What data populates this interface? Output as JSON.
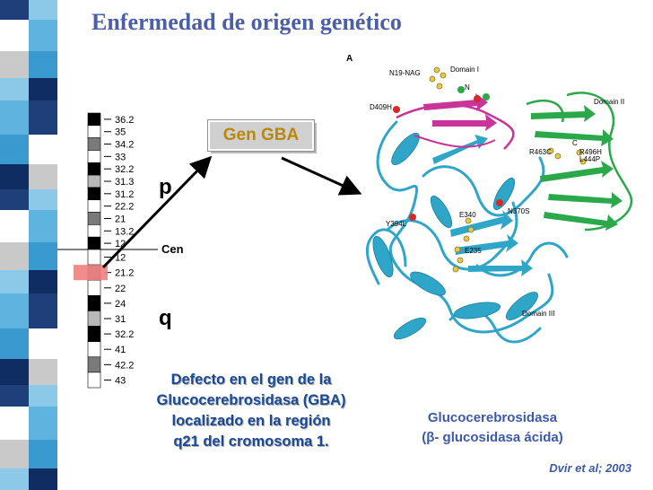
{
  "slide": {
    "title": "Enfermedad de origen genético"
  },
  "chromosome": {
    "bands_p": [
      "36.2",
      "35",
      "34.2",
      "33",
      "32.2",
      "31.3",
      "31.2",
      "22.2",
      "21",
      "13.2",
      "12"
    ],
    "centromere_label": "Cen",
    "bands_q": [
      "12",
      "21.2",
      "22",
      "24",
      "31",
      "32.2",
      "41",
      "42.2",
      "43"
    ],
    "arm_p_label": "p",
    "arm_q_label": "q",
    "highlight_color": "#f08080"
  },
  "gene_box": {
    "label": "Gen GBA"
  },
  "protein_figure": {
    "panel_label": "A",
    "labels": {
      "n19_nag": "N19-NAG",
      "domain_1": "Domain I",
      "n_term": "N",
      "d409h": "D409H",
      "domain_2": "Domain II",
      "r463c": "R463C",
      "c_term": "C",
      "r496h": "R496H",
      "l444p": "L444P",
      "e340": "E340",
      "n370s": "N370S",
      "y394l": "Y394L",
      "e235": "E235",
      "domain_3": "Domain III"
    },
    "colors": {
      "domain_1": "#c8349a",
      "domain_2": "#2aa84a",
      "domain_3": "#2fa6c8",
      "mutation": "#d42a2a"
    }
  },
  "defect_text": {
    "line1": "Defecto en el gen de la",
    "line2": "Glucocerebrosidasa (GBA)",
    "line3": "localizado en la región",
    "line4": "q21 del cromosoma 1."
  },
  "enzyme_text": {
    "line1": "Glucocerebrosidasa",
    "line2": "(β- glucosidasa ácida)"
  },
  "citation": "Dvir et al; 2003",
  "strip_colors": [
    "#1f3f7a",
    "#3a9ad0",
    "#8cc8e8",
    "#ffffff",
    "#0f2d62",
    "#5fb3df",
    "#c9c9c9"
  ]
}
